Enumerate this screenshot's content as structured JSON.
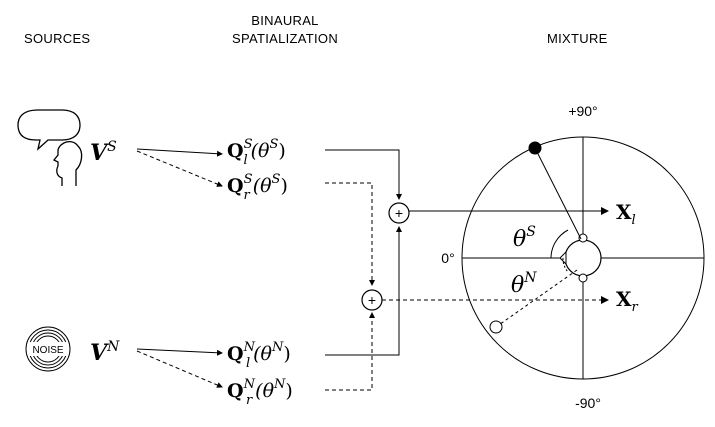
{
  "headers": {
    "sources": "SOURCES",
    "spatial_line1": "BINAURAL",
    "spatial_line2": "SPATIALIZATION",
    "mixture": "MIXTURE"
  },
  "sources": {
    "speech_symbol": "V",
    "speech_sup": "S",
    "noise_symbol": "V",
    "noise_sup": "N",
    "noise_icon_text": "NOISE"
  },
  "filters": {
    "ql_s": {
      "base": "Q",
      "sup": "S",
      "sub": "l",
      "arg": "(θ",
      "arg_sup": "S",
      "close": ")"
    },
    "qr_s": {
      "base": "Q",
      "sup": "S",
      "sub": "r",
      "arg": "(θ",
      "arg_sup": "S",
      "close": ")"
    },
    "ql_n": {
      "base": "Q",
      "sup": "N",
      "sub": "l",
      "arg": "(θ",
      "arg_sup": "N",
      "close": ")"
    },
    "qr_n": {
      "base": "Q",
      "sup": "N",
      "sub": "r",
      "arg": "(θ",
      "arg_sup": "N",
      "close": ")"
    }
  },
  "mixer": {
    "plus": "+"
  },
  "outputs": {
    "xl_base": "X",
    "xl_sub": "l",
    "xr_base": "X",
    "xr_sub": "r"
  },
  "angles": {
    "top": "+90°",
    "left": "0°",
    "bottom": "-90°",
    "theta_s": "θ",
    "theta_s_sup": "S",
    "theta_n": "θ",
    "theta_n_sup": "N"
  }
}
